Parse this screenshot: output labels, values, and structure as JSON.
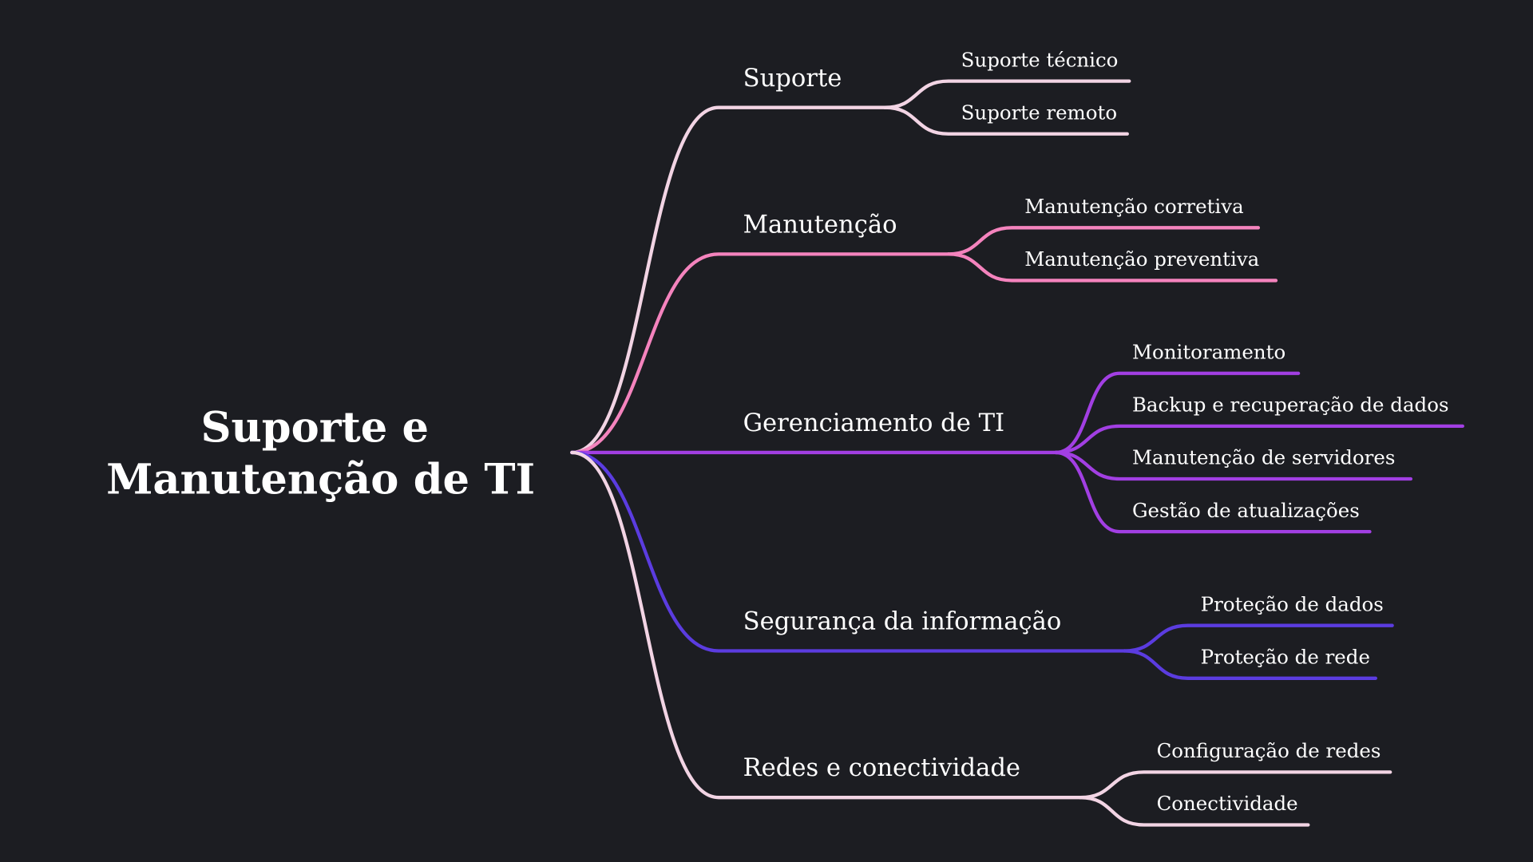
{
  "root": {
    "line1": "Suporte e",
    "line2": "Manutenção de TI"
  },
  "background": "#1c1d22",
  "branches": [
    {
      "label": "Suporte",
      "color": "#f2d4e4",
      "children": [
        "Suporte técnico",
        "Suporte remoto"
      ]
    },
    {
      "label": "Manutenção",
      "color": "#f483bd",
      "children": [
        "Manutenção corretiva",
        "Manutenção preventiva"
      ]
    },
    {
      "label": "Gerenciamento de TI",
      "color": "#a23fe3",
      "children": [
        "Monitoramento",
        "Backup e recuperação de dados",
        "Manutenção de servidores",
        "Gestão de atualizações"
      ]
    },
    {
      "label": "Segurança da informação",
      "color": "#5b3ce0",
      "children": [
        "Proteção de dados",
        "Proteção de rede"
      ]
    },
    {
      "label": "Redes e conectividade",
      "color": "#f2d4e4",
      "children": [
        "Configuração de redes",
        "Conectividade"
      ]
    }
  ]
}
